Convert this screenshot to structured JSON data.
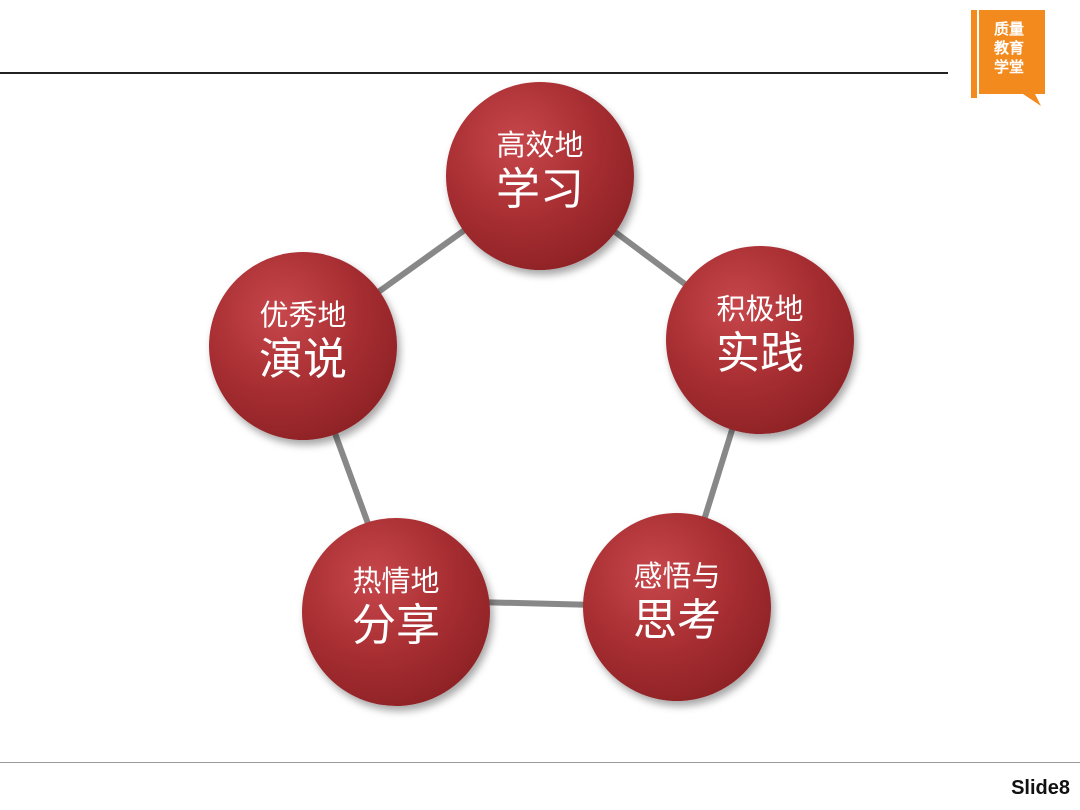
{
  "logo": {
    "lines": [
      "质量",
      "教育",
      "学堂"
    ],
    "color": "#f28a1e"
  },
  "footer": {
    "slide_label": "Slide8"
  },
  "diagram": {
    "node_color": "#a72e32",
    "connector_color": "#888888",
    "nodes": [
      {
        "small": "高效地",
        "big": "学习"
      },
      {
        "small": "积极地",
        "big": "实践"
      },
      {
        "small": "感悟与",
        "big": "思考"
      },
      {
        "small": "热情地",
        "big": "分享"
      },
      {
        "small": "优秀地",
        "big": "演说"
      }
    ]
  }
}
